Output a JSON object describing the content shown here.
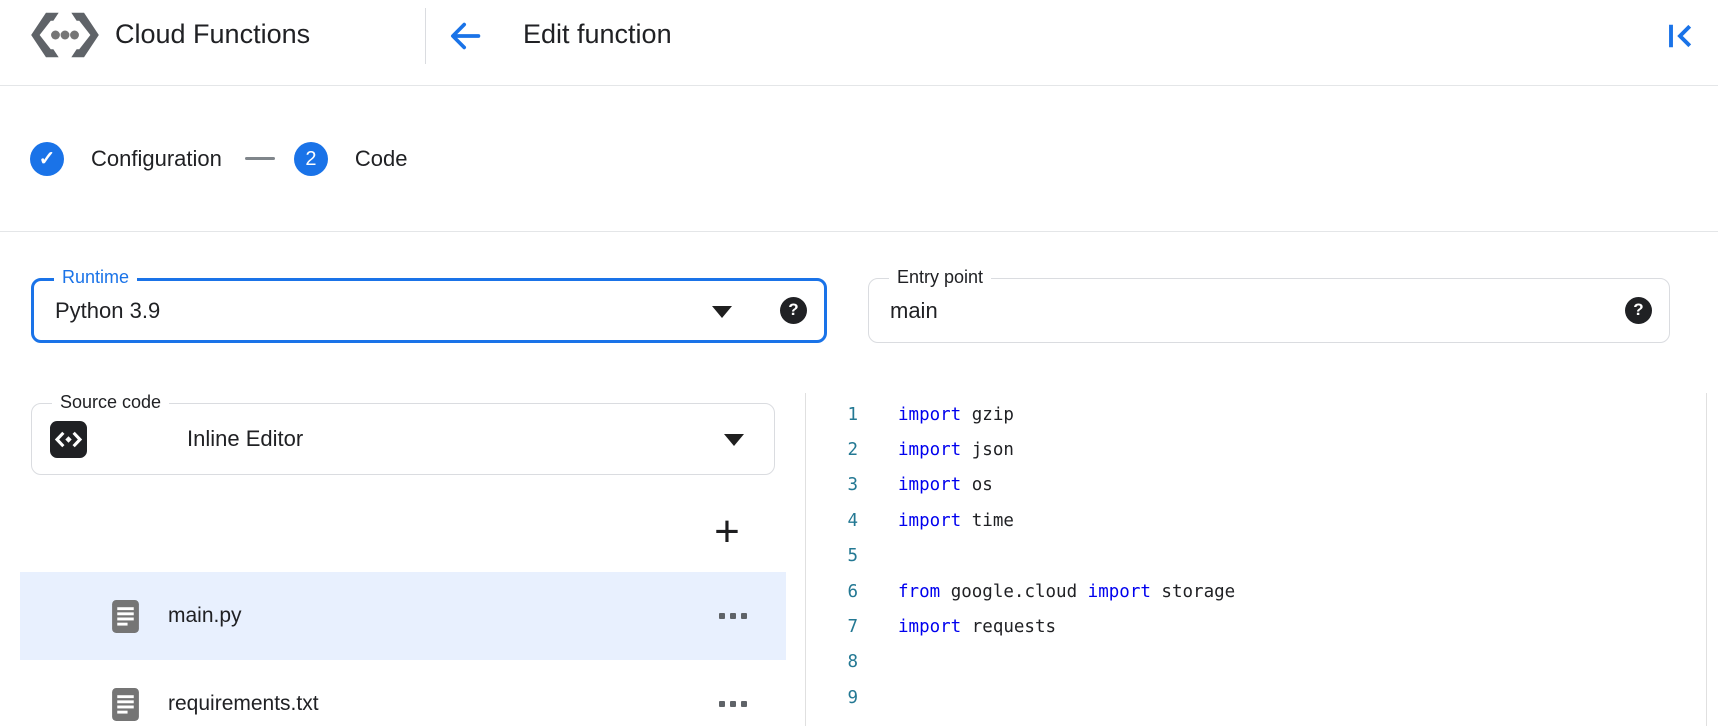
{
  "colors": {
    "accent": "#1a73e8",
    "selbg": "#e8f0fe",
    "kw": "#0000ee",
    "ln": "#237893",
    "divider": "#dadce0",
    "gray": "#5f6368",
    "text": "#202124"
  },
  "header": {
    "product": "Cloud Functions",
    "page_title": "Edit function"
  },
  "stepper": {
    "steps": [
      {
        "label": "Configuration",
        "state": "complete",
        "indicator": "check"
      },
      {
        "label": "Code",
        "state": "current",
        "indicator": "2"
      }
    ]
  },
  "form": {
    "runtime": {
      "label": "Runtime",
      "value": "Python 3.9",
      "focused": true
    },
    "entry_point": {
      "label": "Entry point",
      "value": "main"
    },
    "source_code": {
      "label": "Source code",
      "value": "Inline Editor"
    }
  },
  "icons": {
    "help": "?",
    "add": "+",
    "check": "✓",
    "step2": "2"
  },
  "file_explorer": {
    "files": [
      {
        "name": "main.py",
        "selected": true
      },
      {
        "name": "requirements.txt",
        "selected": false
      }
    ]
  },
  "editor": {
    "language": "python",
    "lines": [
      {
        "n": "1",
        "segs": [
          [
            "k",
            "import"
          ],
          [
            "p",
            " gzip"
          ]
        ]
      },
      {
        "n": "2",
        "segs": [
          [
            "k",
            "import"
          ],
          [
            "p",
            " json"
          ]
        ]
      },
      {
        "n": "3",
        "segs": [
          [
            "k",
            "import"
          ],
          [
            "p",
            " os"
          ]
        ]
      },
      {
        "n": "4",
        "segs": [
          [
            "k",
            "import"
          ],
          [
            "p",
            " time"
          ]
        ]
      },
      {
        "n": "5",
        "segs": []
      },
      {
        "n": "6",
        "segs": [
          [
            "k",
            "from"
          ],
          [
            "p",
            " google.cloud "
          ],
          [
            "k",
            "import"
          ],
          [
            "p",
            " storage"
          ]
        ]
      },
      {
        "n": "7",
        "segs": [
          [
            "k",
            "import"
          ],
          [
            "p",
            " requests"
          ]
        ]
      },
      {
        "n": "8",
        "segs": []
      },
      {
        "n": "9",
        "segs": []
      }
    ]
  }
}
